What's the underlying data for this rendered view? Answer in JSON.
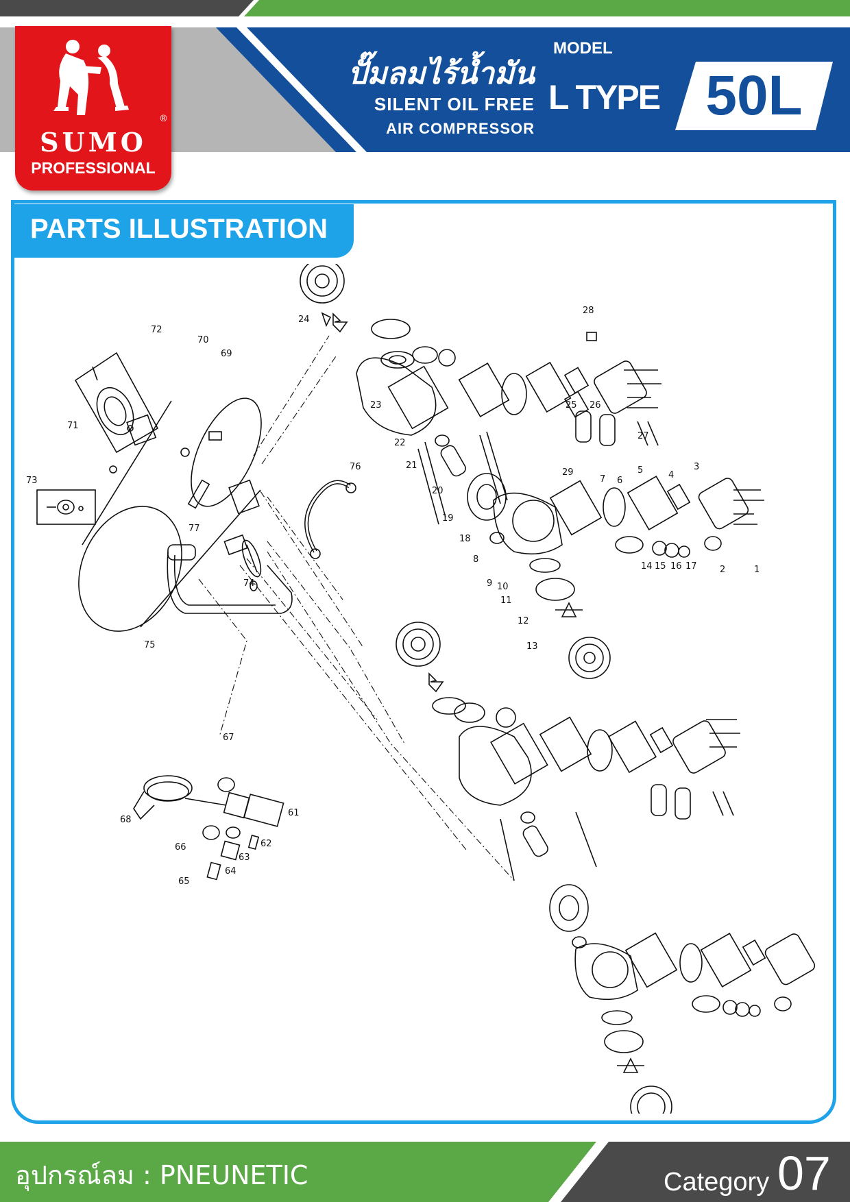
{
  "header": {
    "brand": "SUMO",
    "brand_sub": "PROFESSIONAL",
    "registered": "®",
    "title_thai": "ปั๊มลมไร้น้ำมัน",
    "title_en_line1": "SILENT OIL FREE",
    "title_en_line2": "AIR COMPRESSOR",
    "model_label": "MODEL",
    "model_type": "L TYPE",
    "model_size": "50L"
  },
  "section": {
    "title": "PARTS ILLUSTRATION"
  },
  "diagram": {
    "part_numbers": [
      "1",
      "2",
      "3",
      "4",
      "5",
      "6",
      "7",
      "8",
      "9",
      "10",
      "11",
      "12",
      "13",
      "14",
      "15",
      "16",
      "17",
      "18",
      "19",
      "20",
      "21",
      "22",
      "23",
      "24",
      "25",
      "26",
      "27",
      "28",
      "29",
      "61",
      "62",
      "63",
      "64",
      "65",
      "66",
      "67",
      "68",
      "69",
      "70",
      "71",
      "72",
      "73",
      "74",
      "75",
      "76",
      "77"
    ]
  },
  "footer": {
    "left_text": "อุปกรณ์ลม : PNEUNETIC",
    "category_label": "Category",
    "category_number": "07"
  },
  "colors": {
    "red": "#e2151b",
    "blue": "#134f9a",
    "light_blue": "#1ea3e8",
    "green": "#5aa846",
    "gray": "#b5b5b5",
    "dark_gray": "#4a4a4a"
  }
}
